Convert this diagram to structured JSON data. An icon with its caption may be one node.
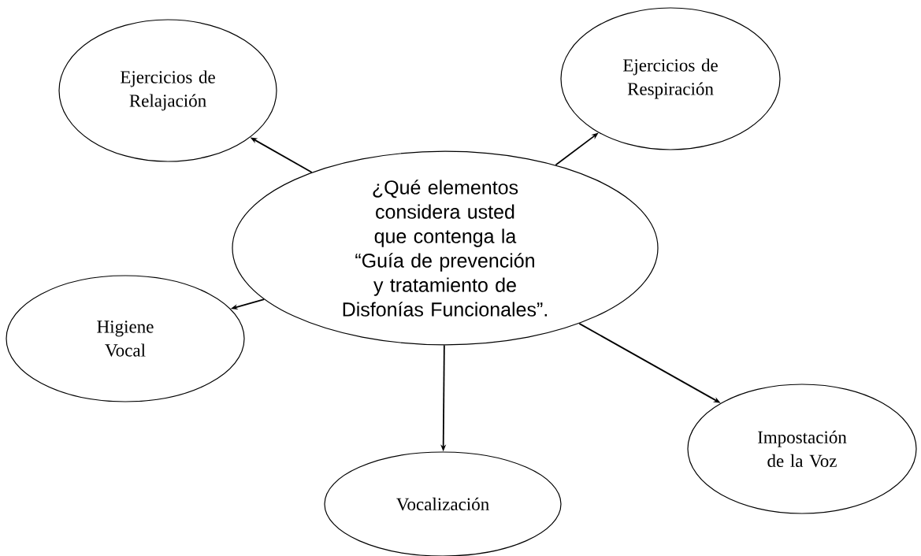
{
  "diagram": {
    "nodes": [
      {
        "text": [
          "¿Qué elementos considera usted que contenga la “Guía de prevención y tratamiento de Disfonías Funcionales”."
        ]
      },
      {
        "text": [
          "Ejercicios de Relajación"
        ]
      },
      {
        "text": [
          "Ejercicios de Respiración"
        ]
      },
      {
        "text": [
          "Higiene Vocal"
        ]
      },
      {
        "text": [
          "Impostación de la Voz"
        ]
      },
      {
        "text": [
          "Vocalización"
        ]
      }
    ],
    "edges": [
      {
        "from": 0,
        "to": 1,
        "arrow": "to"
      },
      {
        "from": 0,
        "to": 2,
        "arrow": "to"
      },
      {
        "from": 0,
        "to": 3,
        "arrow": "to"
      },
      {
        "from": 0,
        "to": 5,
        "arrow": "to"
      },
      {
        "from": 0,
        "to": 4,
        "arrow": "to"
      }
    ]
  }
}
